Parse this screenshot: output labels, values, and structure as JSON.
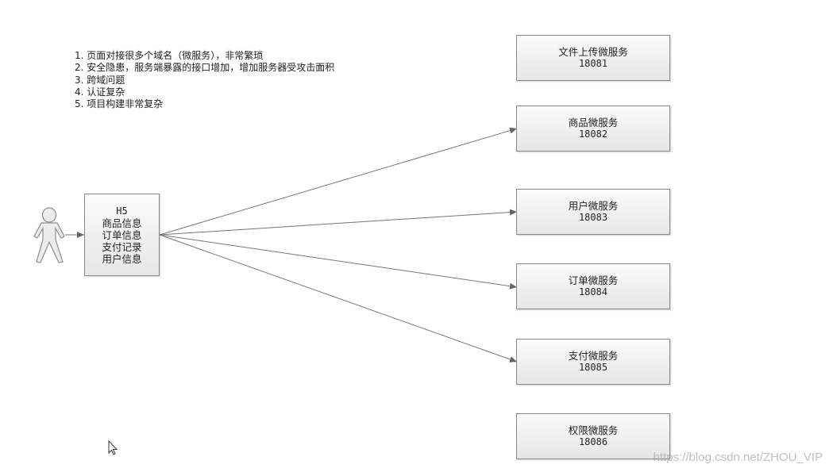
{
  "notes": [
    "1. 页面对接很多个域名（微服务），非常繁琐",
    "2. 安全隐患，服务端暴露的接口增加，增加服务器受攻击面积",
    "3. 跨域问题",
    "4. 认证复杂",
    "5. 项目构建非常复杂"
  ],
  "client": {
    "title": "H5",
    "items": [
      "商品信息",
      "订单信息",
      "支付记录",
      "用户信息"
    ]
  },
  "services": [
    {
      "name": "文件上传微服务",
      "port": "18081"
    },
    {
      "name": "商品微服务",
      "port": "18082"
    },
    {
      "name": "用户微服务",
      "port": "18083"
    },
    {
      "name": "订单微服务",
      "port": "18084"
    },
    {
      "name": "支付微服务",
      "port": "18085"
    },
    {
      "name": "权限微服务",
      "port": "18086"
    }
  ],
  "icons": {
    "user": "user-icon",
    "cursor": "cursor-icon"
  },
  "watermark": "https://blog.csdn.net/ZHOU_VIP",
  "colors": {
    "line": "#777777",
    "box_border": "#8a8a8a"
  }
}
